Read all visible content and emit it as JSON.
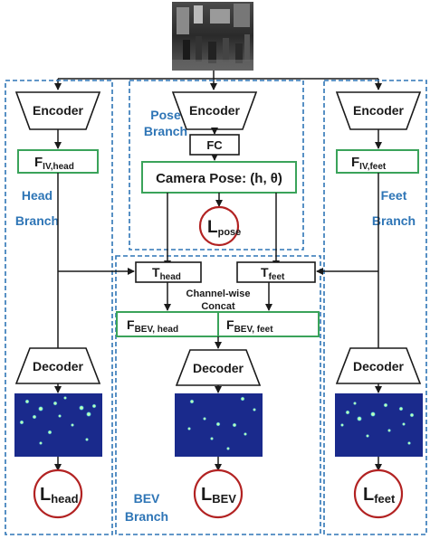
{
  "branches": {
    "head": {
      "line1": "Head",
      "line2": "Branch"
    },
    "pose": {
      "line1": "Pose",
      "line2": "Branch"
    },
    "feet": {
      "line1": "Feet",
      "line2": "Branch"
    },
    "bev": {
      "line1": "BEV",
      "line2": "Branch"
    }
  },
  "blocks": {
    "encoder": "Encoder",
    "decoder": "Decoder",
    "fc": "FC",
    "camera_pose": "Camera Pose: (h, θ)",
    "concat_line1": "Channel-wise",
    "concat_line2": "Concat"
  },
  "features": {
    "f_iv_head": {
      "main": "F",
      "sub": "IV,head"
    },
    "f_iv_feet": {
      "main": "F",
      "sub": "IV,feet"
    },
    "t_head": {
      "main": "T",
      "sub": "head"
    },
    "t_feet": {
      "main": "T",
      "sub": "feet"
    },
    "f_bev_head": {
      "main": "F",
      "sub": "BEV, head"
    },
    "f_bev_feet": {
      "main": "F",
      "sub": "BEV, feet"
    }
  },
  "losses": {
    "pose": {
      "main": "L",
      "sub": "pose"
    },
    "head": {
      "main": "L",
      "sub": "head"
    },
    "bev": {
      "main": "L",
      "sub": "BEV"
    },
    "feet": {
      "main": "L",
      "sub": "feet"
    }
  },
  "colors": {
    "dashed_border": "#2e75b6",
    "feature_border": "#3aa35a",
    "loss_border": "#b22222",
    "heatmap_bg": "#1a2a8c",
    "heatmap_dot": "#7fffd4"
  }
}
